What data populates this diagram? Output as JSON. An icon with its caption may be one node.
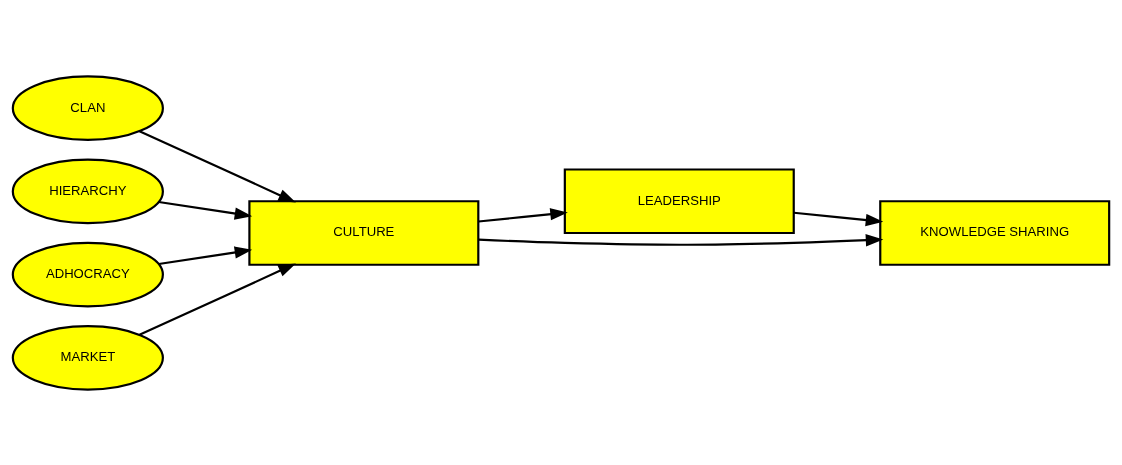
{
  "diagram": {
    "nodes": [
      {
        "text": [
          "CLAN"
        ]
      },
      {
        "text": [
          "HIERARCHY"
        ]
      },
      {
        "text": [
          "ADHOCRACY"
        ]
      },
      {
        "text": [
          "MARKET"
        ]
      },
      {
        "text": [
          "CULTURE"
        ]
      },
      {
        "text": [
          "LEADERSHIP"
        ]
      },
      {
        "text": [
          "KNOWLEDGE SHARING"
        ]
      }
    ],
    "edges": [
      {
        "from": 0,
        "to": 4,
        "arrow": "to"
      },
      {
        "from": 1,
        "to": 4,
        "arrow": "to"
      },
      {
        "from": 2,
        "to": 4,
        "arrow": "to"
      },
      {
        "from": 3,
        "to": 4,
        "arrow": "to"
      },
      {
        "from": 4,
        "to": 5,
        "arrow": "to"
      },
      {
        "from": 5,
        "to": 6,
        "arrow": "to"
      },
      {
        "from": 4,
        "to": 6,
        "arrow": "to"
      }
    ]
  }
}
